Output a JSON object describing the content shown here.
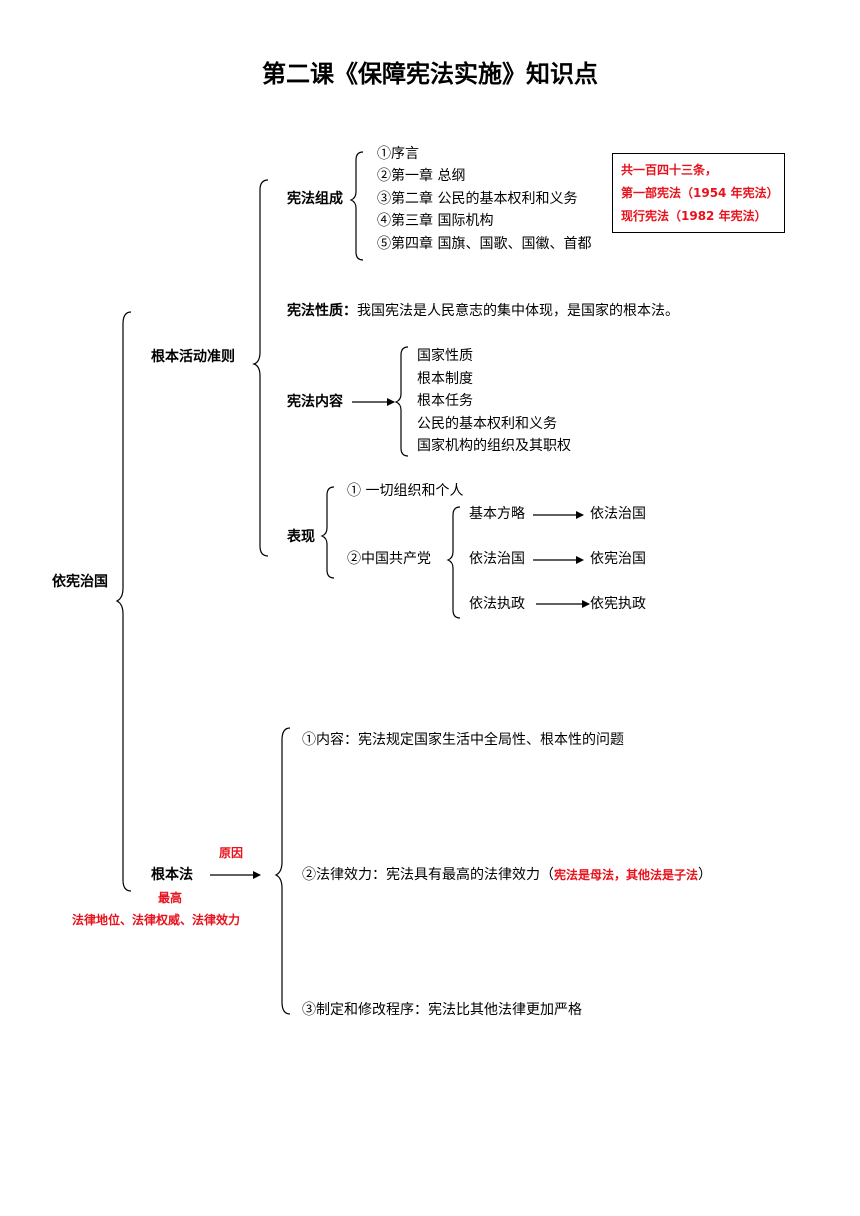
{
  "title": "第二课《保障宪法实施》知识点",
  "root": "依宪治国",
  "branch1": {
    "label": "根本活动准则",
    "composition": {
      "label": "宪法组成",
      "items": [
        "①序言",
        "②第一章  总纲",
        "③第二章  公民的基本权利和义务",
        "④第三章  国际机构",
        "⑤第四章  国旗、国歌、国徽、首都"
      ],
      "note": [
        "共一百四十三条，",
        "第一部宪法（1954 年宪法）",
        "现行宪法（1982 年宪法）"
      ]
    },
    "nature": {
      "label": "宪法性质：",
      "text": "我国宪法是人民意志的集中体现，是国家的根本法。"
    },
    "content": {
      "label": "宪法内容",
      "items": [
        "国家性质",
        "根本制度",
        "根本任务",
        "公民的基本权利和义务",
        "国家机构的组织及其职权"
      ]
    },
    "manifestation": {
      "label": "表现",
      "item1": "①  一切组织和个人",
      "item2": "②中国共产党",
      "pairs": [
        {
          "from": "基本方略",
          "to": "依法治国"
        },
        {
          "from": "依法治国",
          "to": "依宪治国"
        },
        {
          "from": "依法执政",
          "to": "依宪执政"
        }
      ]
    }
  },
  "branch2": {
    "label": "根本法",
    "reason_label": "原因",
    "highest": "最高",
    "authority": "法律地位、法律权威、法律效力",
    "items": [
      {
        "text": "①内容：宪法规定国家生活中全局性、根本性的问题"
      },
      {
        "text": "②法律效力：宪法具有最高的法律效力（",
        "red": "宪法是母法，其他法是子法",
        "close": "）"
      },
      {
        "text": "③制定和修改程序：宪法比其他法律更加严格"
      }
    ]
  }
}
